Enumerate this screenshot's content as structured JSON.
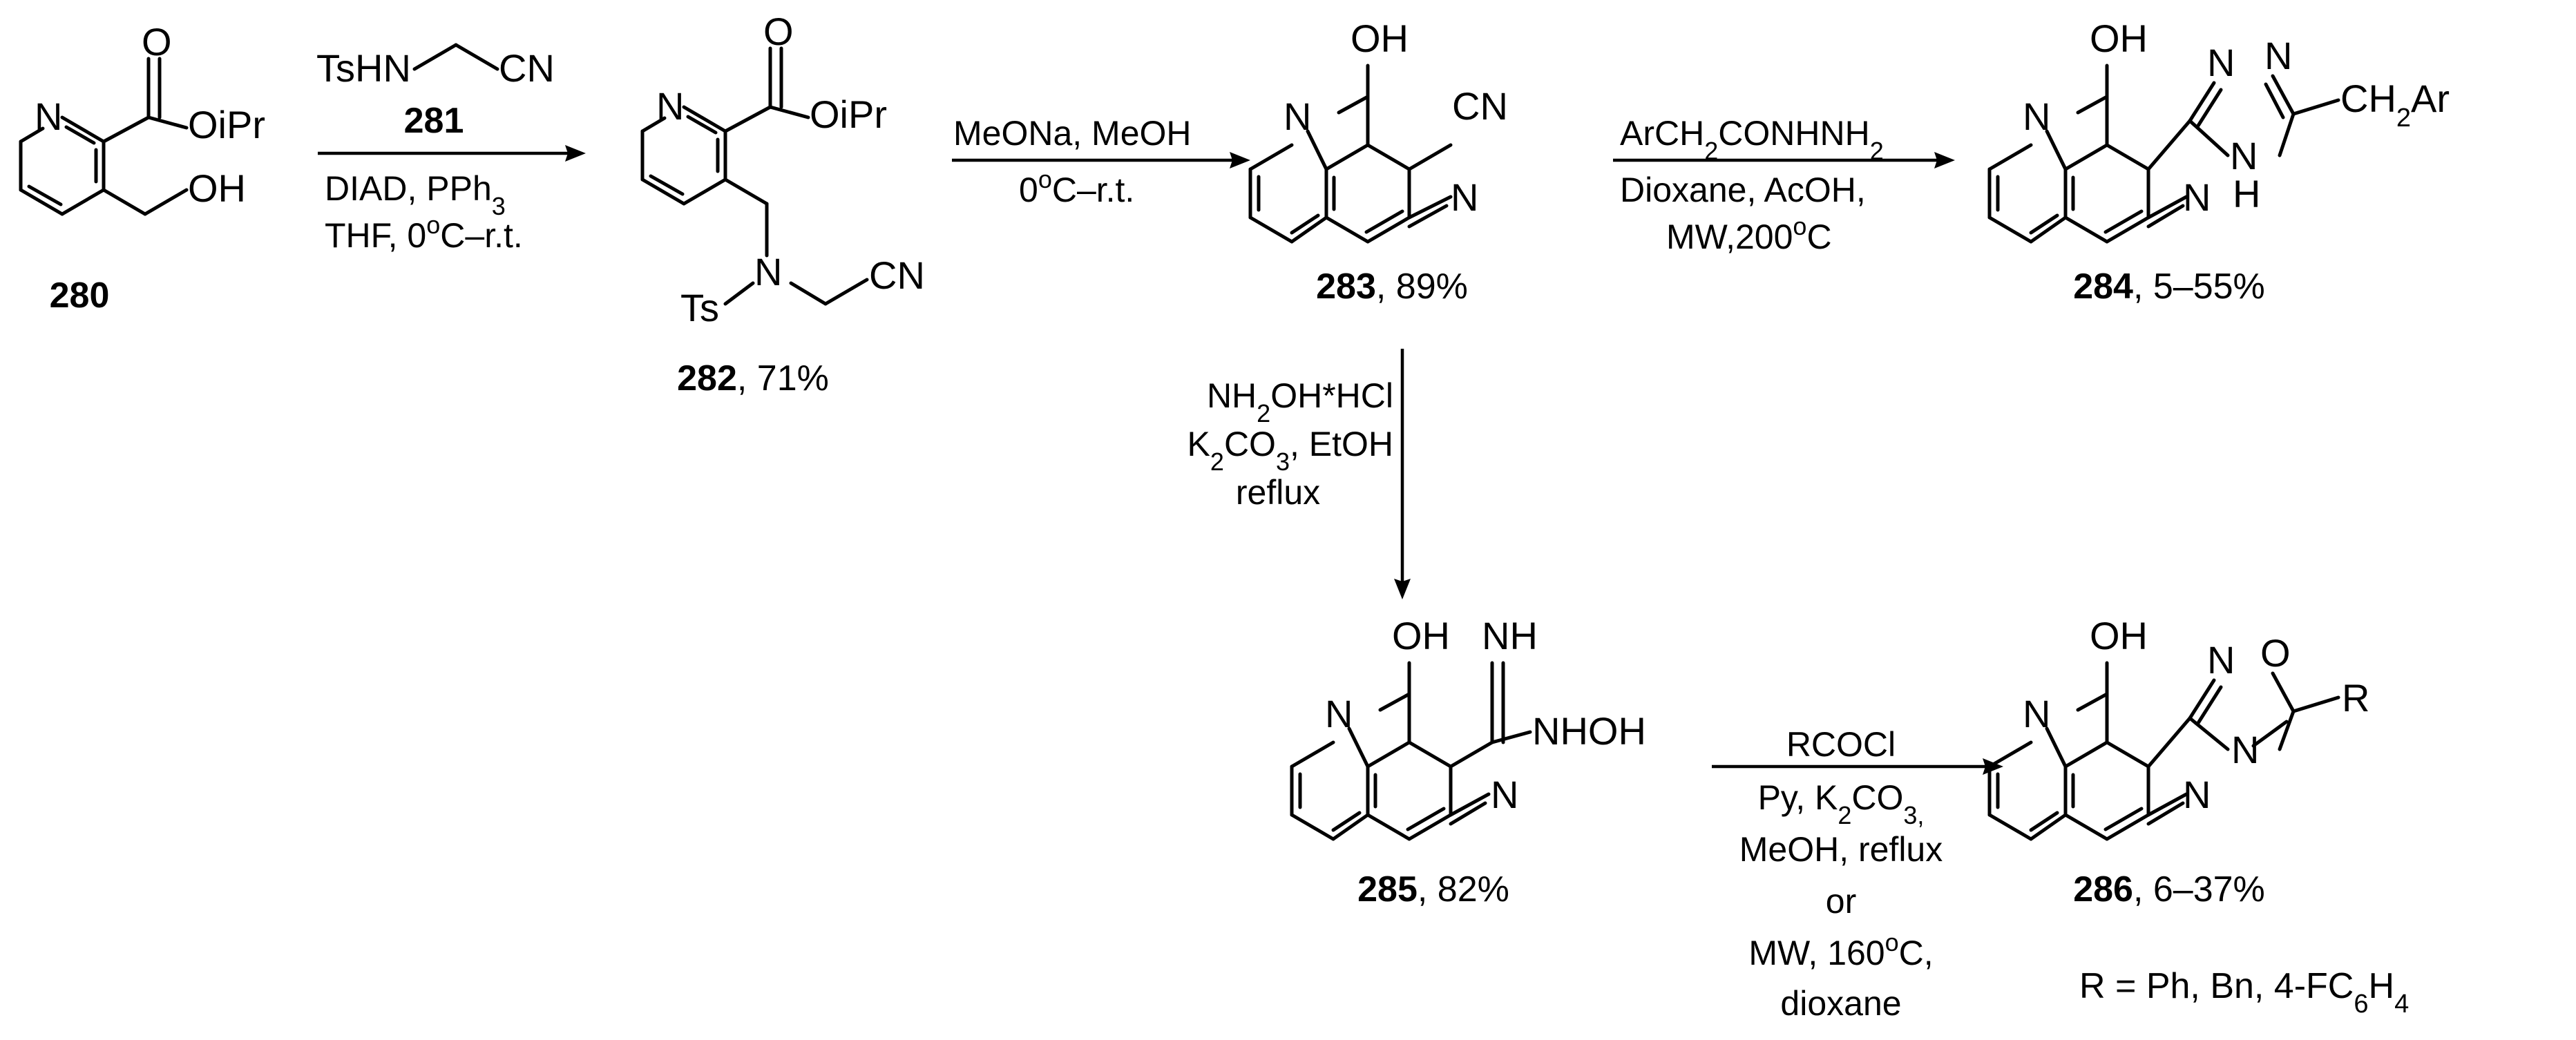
{
  "compounds": {
    "c280": {
      "number": "280",
      "yield": ""
    },
    "c281": {
      "number": "281"
    },
    "c282": {
      "number": "282",
      "yield": ", 71%"
    },
    "c283": {
      "number": "283",
      "yield": ", 89%"
    },
    "c284": {
      "number": "284",
      "yield": ", 5–55%"
    },
    "c285": {
      "number": "285",
      "yield": ", 82%"
    },
    "c286": {
      "number": "286",
      "yield": ", 6–37%"
    }
  },
  "atoms": {
    "N": "N",
    "O": "O",
    "OH": "OH",
    "OiPr": "OiPr",
    "CN": "CN",
    "Ts": "Ts",
    "TsHN": "TsHN",
    "NH": "NH",
    "H": "H",
    "NHOH": "NHOH",
    "R": "R",
    "CH2Ar_main": "CH",
    "CH2Ar_sub": "2",
    "CH2Ar_tail": "Ar"
  },
  "step1": {
    "reagent_number": "281",
    "line1_main": "DIAD, PPh",
    "line1_sub": "3",
    "line2_main": "THF, 0",
    "line2_sup": "o",
    "line2_tail": "C–r.t."
  },
  "step2": {
    "line1": "MeONa, MeOH",
    "line2_main": "0",
    "line2_sup": "o",
    "line2_tail": "C–r.t."
  },
  "step3": {
    "line1_a": "ArCH",
    "line1_sub": "2",
    "line1_b": "CONHNH",
    "line1_sub2": "2",
    "line2": "Dioxane, AcOH,",
    "line3_main": "MW,200",
    "line3_sup": "o",
    "line3_tail": "C"
  },
  "step4": {
    "line1_a": "NH",
    "line1_sub": "2",
    "line1_b": "OH*HCl",
    "line2_a": "K",
    "line2_sub": "2",
    "line2_b": "CO",
    "line2_sub2": "3",
    "line2_c": ", EtOH",
    "line3": "reflux"
  },
  "step5": {
    "line1": "RCOCl",
    "line2_a": "Py, K",
    "line2_sub": "2",
    "line2_b": "CO",
    "line2_sub2": "3,",
    "line3": "MeOH, reflux",
    "line4": "or",
    "line5_main": "MW, 160",
    "line5_sup": "o",
    "line5_tail": "C,",
    "line6": "dioxane"
  },
  "r_definition": {
    "text_a": "R = Ph, Bn, 4-FC",
    "sub1": "6",
    "text_b": "H",
    "sub2": "4"
  }
}
